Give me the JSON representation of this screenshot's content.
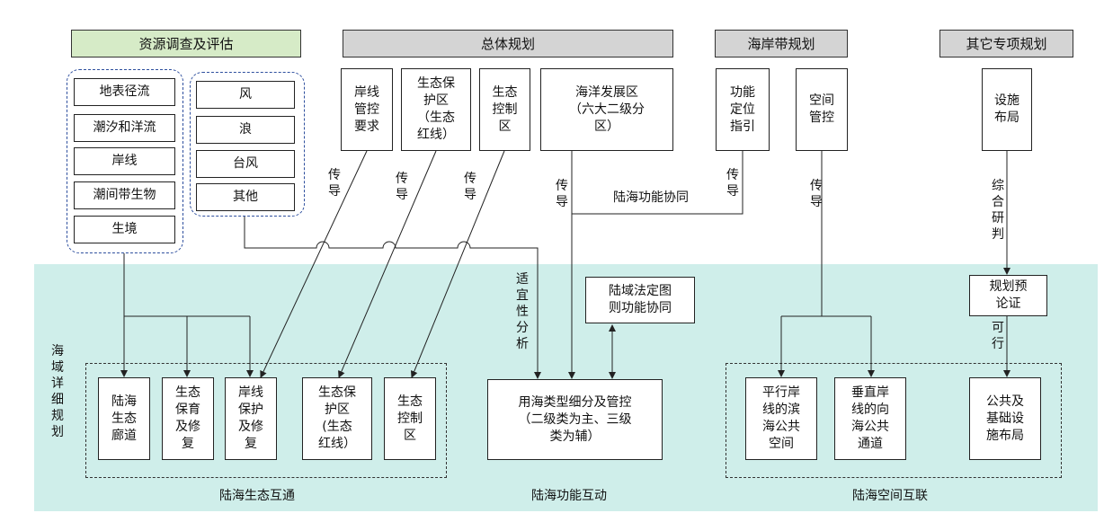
{
  "headers": {
    "resource": "资源调查及评估",
    "overall": "总体规划",
    "coastal": "海岸带规划",
    "other": "其它专项规划"
  },
  "resource_items_left": [
    "地表径流",
    "潮汐和洋流",
    "岸线",
    "潮间带生物",
    "生境"
  ],
  "resource_items_right": [
    "风",
    "浪",
    "台风",
    "其他"
  ],
  "overall_items": {
    "shoreline": "岸线\n管控\n要求",
    "eco_protect": "生态保\n护区\n（生态\n红线）",
    "eco_control": "生态\n控制\n区",
    "ocean_dev": "海洋发展区\n（六大二级分\n区）"
  },
  "coastal_items": {
    "function": "功能\n定位\n指引",
    "space": "空间\n管控"
  },
  "other_items": {
    "facility": "设施\n布局"
  },
  "labels": {
    "chuandao": "传导",
    "land_sea_coord": "陆海功能协同",
    "suitability": "适宜性分析",
    "comprehensive": "综合研判",
    "feasible": "可行",
    "detailed_plan": "海域详细规划"
  },
  "middle": {
    "land_legal": "陆域法定图\n则功能协同",
    "plan_prelim": "规划预\n论证"
  },
  "bottom_eco": [
    "陆海\n生态\n廊道",
    "生态\n保育\n及修\n复",
    "岸线\n保护\n及修\n复",
    "生态保\n护区\n(生态\n红线）",
    "生态\n控制\n区"
  ],
  "bottom_func": "用海类型细分及管控\n（二级类为主、三级\n类为辅）",
  "bottom_space": [
    "平行岸\n线的滨\n海公共\n空间",
    "垂直岸\n线的向\n海公共\n通道",
    "公共及\n基础设\n施布局"
  ],
  "footer": {
    "eco": "陆海生态互通",
    "func": "陆海功能互动",
    "space": "陆海空间互联"
  },
  "colors": {
    "zone_bg": "#cfeeea",
    "header_gray": "#d4d4d4",
    "header_green": "#d6ebc7",
    "dash_blue": "#2e4f9e"
  }
}
